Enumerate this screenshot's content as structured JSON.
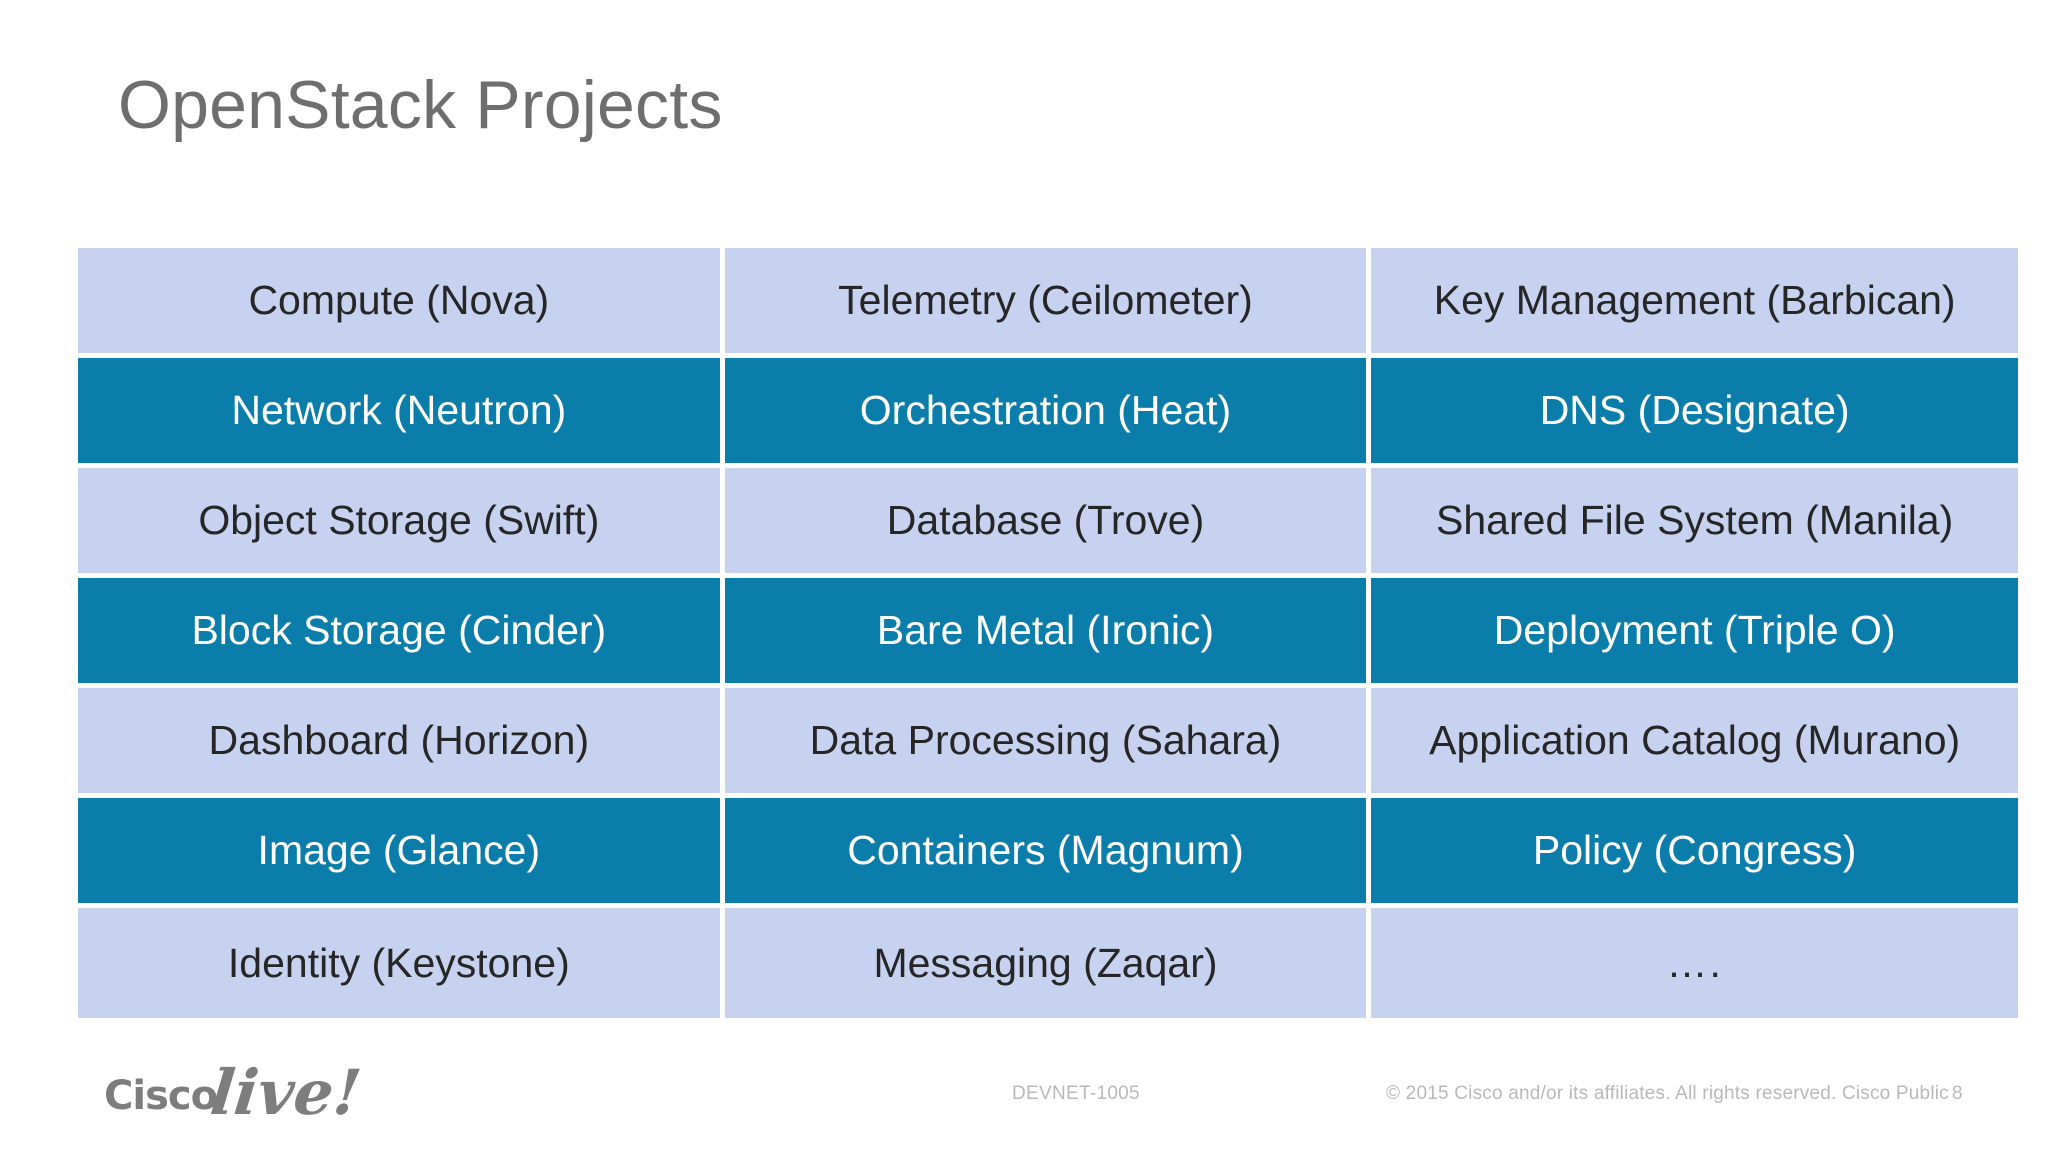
{
  "slide": {
    "title": "OpenStack Projects",
    "title_color": "#6e6e6e",
    "background_color": "#ffffff"
  },
  "table": {
    "light_row_color": "#c6d2ef",
    "dark_row_color": "#0b7daa",
    "light_text_color": "#262626",
    "dark_text_color": "#ffffff",
    "columns": 3,
    "rows": [
      {
        "style": "light",
        "cells": [
          "Compute (Nova)",
          "Telemetry (Ceilometer)",
          "Key Management (Barbican)"
        ]
      },
      {
        "style": "dark",
        "cells": [
          "Network (Neutron)",
          "Orchestration (Heat)",
          "DNS (Designate)"
        ]
      },
      {
        "style": "light",
        "cells": [
          "Object Storage (Swift)",
          "Database (Trove)",
          "Shared File System (Manila)"
        ]
      },
      {
        "style": "dark",
        "cells": [
          "Block Storage (Cinder)",
          "Bare Metal (Ironic)",
          "Deployment (Triple O)"
        ]
      },
      {
        "style": "light",
        "cells": [
          "Dashboard (Horizon)",
          "Data Processing (Sahara)",
          "Application Catalog (Murano)"
        ]
      },
      {
        "style": "dark",
        "cells": [
          "Image (Glance)",
          "Containers (Magnum)",
          "Policy (Congress)"
        ]
      },
      {
        "style": "light",
        "cells": [
          "Identity (Keystone)",
          "Messaging (Zaqar)",
          "…."
        ]
      }
    ]
  },
  "footer": {
    "logo_primary": "Cisco",
    "logo_secondary": "live!",
    "session_id": "DEVNET-1005",
    "copyright": "© 2015  Cisco and/or its affiliates. All rights reserved.   Cisco Public",
    "page_number": "8",
    "text_color": "#b9b9b9"
  }
}
